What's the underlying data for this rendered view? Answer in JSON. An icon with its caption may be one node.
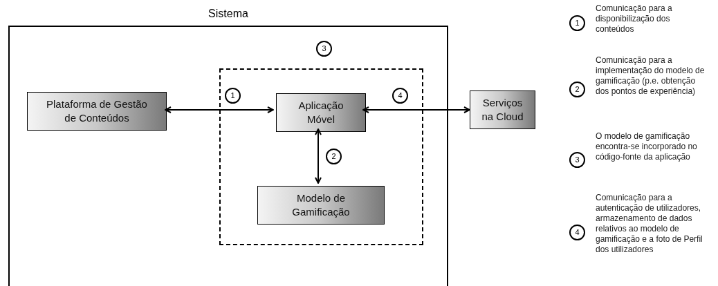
{
  "diagram": {
    "nodes": [
      {
        "text": [
          "Sistema"
        ]
      },
      {
        "text": [],
        "shape": "box",
        "in": 0
      },
      {
        "text": [
          "Plataforma de Gestão de Conteúdos"
        ],
        "in": 0
      },
      {
        "text": [
          "Aplicação Móvel"
        ],
        "in": 1
      },
      {
        "text": [
          "Modelo de Gamificação"
        ],
        "in": 1
      },
      {
        "text": [
          "Serviços na Cloud"
        ]
      }
    ],
    "edges": [
      {
        "from": 2,
        "to": 3,
        "arrow": "both"
      },
      {
        "from": 3,
        "to": 4,
        "arrow": "both"
      },
      {
        "from": 3,
        "to": 5,
        "arrow": "both"
      }
    ],
    "labels": [
      "3",
      "1",
      "4",
      "2",
      "1",
      "Comunicação para a disponibilização dos conteúdos",
      "2",
      "Comunicação para a implementação do modelo de gamificação (p.e. obtenção dos pontos de experiência)",
      "3",
      "O modelo de gamificação encontra-se incorporado no código-fonte da aplicação",
      "4",
      "Comunicação para a autenticação de utilizadores, armazenamento de dados relativos ao modelo de gamificação e a foto de Perfil dos utilizadores"
    ]
  }
}
